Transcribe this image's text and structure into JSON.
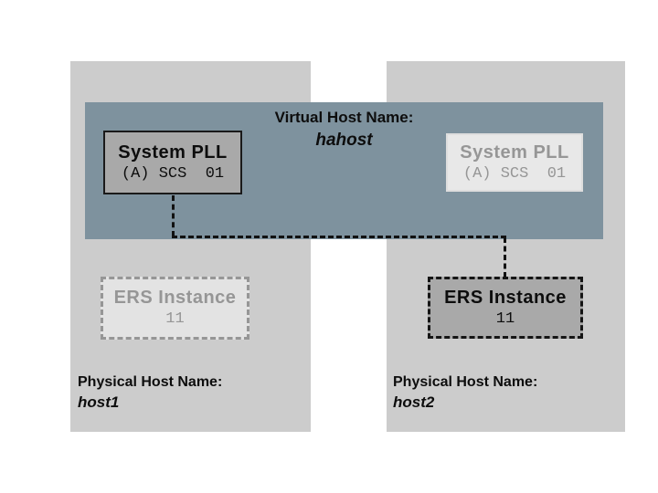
{
  "virtual_host": {
    "label": "Virtual Host Name:",
    "name": "hahost"
  },
  "hosts": [
    {
      "physical_host_label": "Physical Host Name:",
      "physical_host_name": "host1",
      "scs": {
        "title": "System PLL",
        "instance": "(A) SCS  01",
        "state": "active"
      },
      "ers": {
        "title": "ERS Instance",
        "instance": "11",
        "state": "standby"
      }
    },
    {
      "physical_host_label": "Physical Host Name:",
      "physical_host_name": "host2",
      "scs": {
        "title": "System PLL",
        "instance": "(A) SCS  01",
        "state": "standby"
      },
      "ers": {
        "title": "ERS Instance",
        "instance": "11",
        "state": "active"
      }
    }
  ],
  "colors": {
    "band_fill": "#7e929e",
    "column_fill": "#cccccc",
    "active_fill": "#a9a9a9",
    "standby_fill": "#e8e8e8",
    "standby_text": "#969696",
    "connector": "#111111"
  }
}
